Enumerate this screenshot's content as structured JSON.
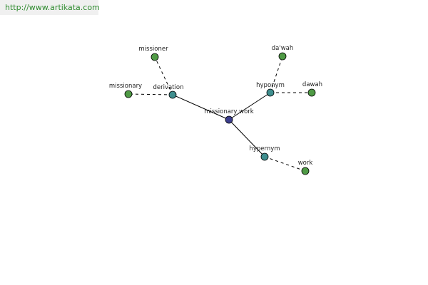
{
  "watermark": {
    "text": "http://www.artikata.com"
  },
  "colors": {
    "center": "#3b3d8c",
    "relation": "#3f8e8e",
    "leaf": "#4f9a45",
    "watermark_text": "#2e8b2e",
    "watermark_bg": "#f0f0f0"
  },
  "graph": {
    "nodes": [
      {
        "id": "center",
        "label": "missionary work",
        "kind": "center"
      },
      {
        "id": "derivation",
        "label": "derivation",
        "kind": "relation"
      },
      {
        "id": "hyponym",
        "label": "hyponym",
        "kind": "relation"
      },
      {
        "id": "hypernym",
        "label": "hypernym",
        "kind": "relation"
      },
      {
        "id": "missioner",
        "label": "missioner",
        "kind": "leaf"
      },
      {
        "id": "missionary",
        "label": "missionary",
        "kind": "leaf"
      },
      {
        "id": "dawah1",
        "label": "da'wah",
        "kind": "leaf"
      },
      {
        "id": "dawah2",
        "label": "dawah",
        "kind": "leaf"
      },
      {
        "id": "work",
        "label": "work",
        "kind": "leaf"
      }
    ],
    "edges": [
      {
        "from": "center",
        "to": "derivation",
        "style": "solid"
      },
      {
        "from": "center",
        "to": "hyponym",
        "style": "solid"
      },
      {
        "from": "center",
        "to": "hypernym",
        "style": "solid"
      },
      {
        "from": "derivation",
        "to": "missioner",
        "style": "dashed"
      },
      {
        "from": "derivation",
        "to": "missionary",
        "style": "dashed"
      },
      {
        "from": "hyponym",
        "to": "dawah1",
        "style": "dashed"
      },
      {
        "from": "hyponym",
        "to": "dawah2",
        "style": "dashed"
      },
      {
        "from": "hypernym",
        "to": "work",
        "style": "dashed"
      }
    ]
  }
}
